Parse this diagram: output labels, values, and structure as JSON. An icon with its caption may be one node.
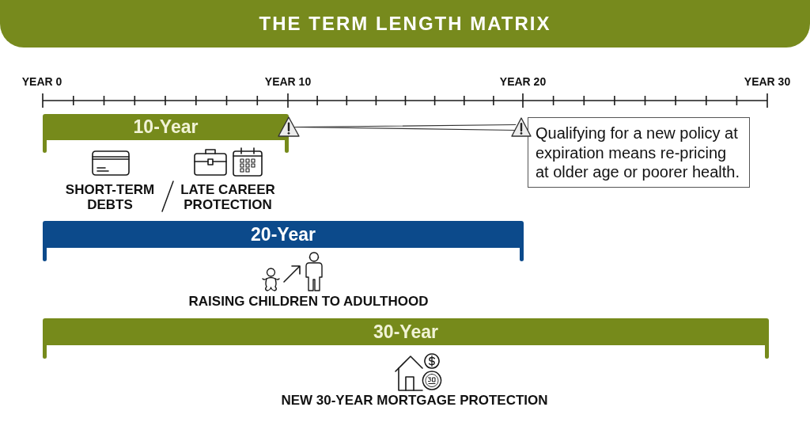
{
  "diagram": {
    "title": "THE TERM LENGTH MATRIX",
    "nodes": [
      {
        "text": [
          "10-Year"
        ]
      },
      {
        "text": [],
        "shape": "triangle"
      },
      {
        "text": [
          "Qualifying for a new policy at expiration means re-pricing at older age or poorer health."
        ]
      },
      {
        "text": [],
        "shape": "triangle"
      },
      {
        "text": [
          "20-Year"
        ]
      },
      {
        "text": [
          "30-Year"
        ]
      }
    ],
    "edges": [
      {
        "from": 1,
        "to": 3,
        "arrow": "none"
      }
    ],
    "labels": [
      "YEAR 0",
      "YEAR 10",
      "YEAR 20",
      "YEAR 30",
      "SHORT-TERM DEBTS",
      "LATE CAREER PROTECTION",
      "RAISING CHILDREN TO ADULTHOOD",
      "NEW 30-YEAR MORTGAGE PROTECTION"
    ]
  }
}
